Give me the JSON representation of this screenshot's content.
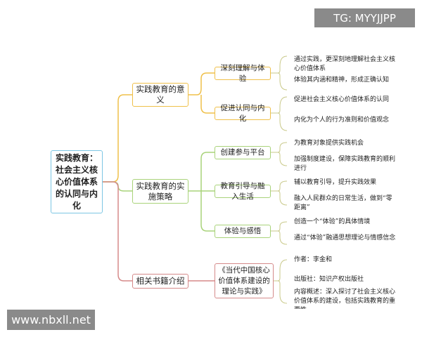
{
  "root": "实践教育：社会主义核心价值体系的认同与内化",
  "branches": [
    {
      "label": "实践教育的意义",
      "color": "#efc04a",
      "children": [
        {
          "label": "深刻理解与体验",
          "leaves": [
            "通过实践，更深刻地理解社会主义核心价值体系",
            "体验其内涵和精神，形成正确认知"
          ]
        },
        {
          "label": "促进认同与内化",
          "leaves": [
            "促进社会主义核心价值体系的认同",
            "内化为个人的行为准则和价值观念"
          ]
        }
      ]
    },
    {
      "label": "实践教育的实施策略",
      "color": "#a9d37a",
      "children": [
        {
          "label": "创建参与平台",
          "leaves": [
            "为教育对象提供实践机会",
            "加强制度建设，保障实践教育的顺利进行"
          ]
        },
        {
          "label": "教育引导与融入生活",
          "leaves": [
            "辅以教育引导，提升实践效果",
            "融入人民群众的日常生活，做到“零距离”"
          ]
        },
        {
          "label": "体验与感悟",
          "leaves": [
            "创造一个“体验”的具体情境",
            "通过“体验”融通思想理论与情感信念"
          ]
        }
      ]
    },
    {
      "label": "相关书籍介绍",
      "color": "#d58a8a",
      "children": [
        {
          "label": "《当代中国核心价值体系建设的理论与实践》",
          "leaves": [
            "作者：李金和",
            "出版社：知识产权出版社",
            "内容概述：深入探讨了社会主义核心价值体系的建设，包括实践教育的重要性"
          ]
        }
      ]
    }
  ],
  "watermarks": {
    "top": "TG: MYYJJPP",
    "bottom": "www.nbxll.net"
  }
}
